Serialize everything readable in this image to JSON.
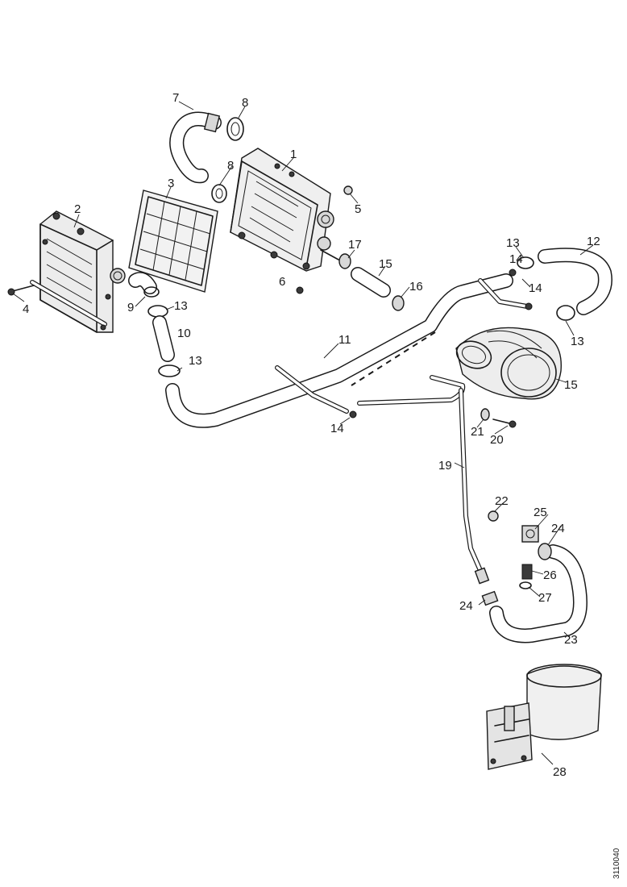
{
  "diagram": {
    "reference_code": "3110040",
    "callouts": [
      "1",
      "2",
      "3",
      "4",
      "5",
      "6",
      "7",
      "8",
      "8",
      "9",
      "10",
      "11",
      "12",
      "13",
      "13",
      "13",
      "13",
      "14",
      "14",
      "14",
      "15",
      "15",
      "16",
      "17",
      "19",
      "20",
      "21",
      "22",
      "23",
      "24",
      "24",
      "25",
      "26",
      "27",
      "28"
    ]
  }
}
